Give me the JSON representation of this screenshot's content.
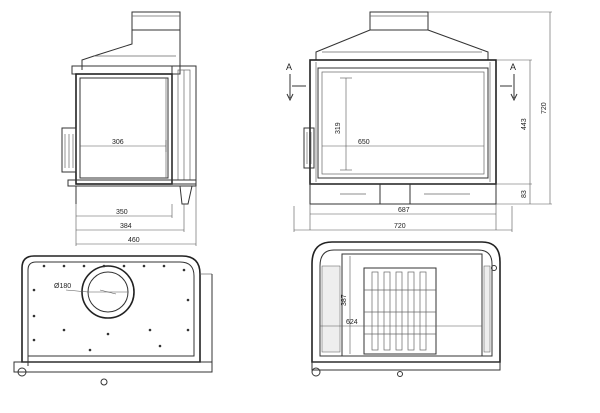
{
  "labels": {
    "side": {
      "d306": "306",
      "d350": "350",
      "d384": "384",
      "d460": "460"
    },
    "front": {
      "section_left": "A",
      "section_right": "A",
      "d319": "319",
      "d650": "650",
      "d443": "443",
      "d720_height": "720",
      "d83": "83",
      "d687": "687",
      "d720_width": "720"
    },
    "top": {
      "diameter": "Ø180"
    },
    "section": {
      "d387": "387",
      "d624": "624"
    }
  }
}
